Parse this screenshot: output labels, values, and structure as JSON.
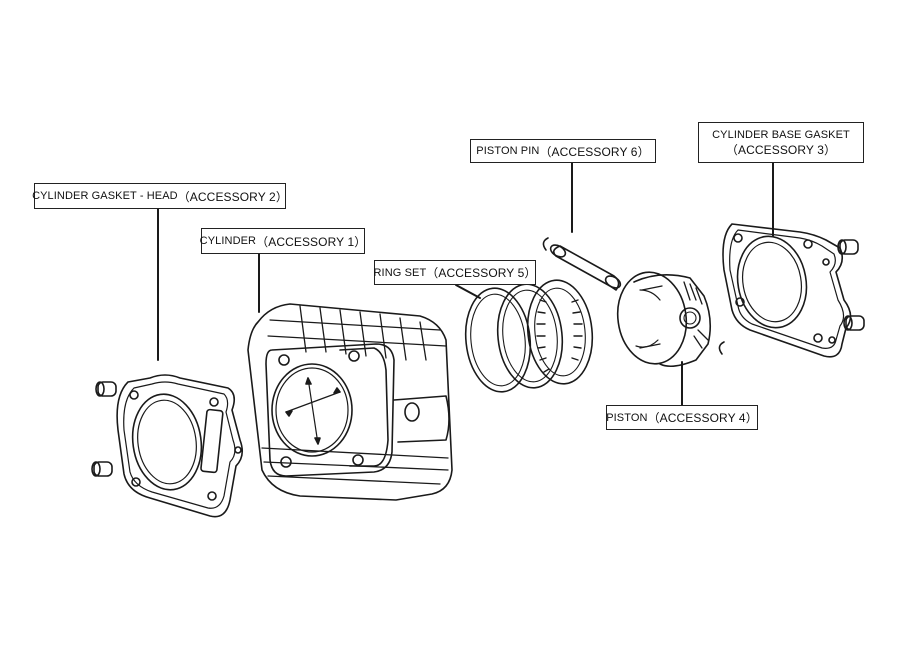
{
  "labels": {
    "gasket_head": {
      "name": "CYLINDER GASKET - HEAD",
      "accessory": "（ACCESSORY 2）"
    },
    "cylinder": {
      "name": "CYLINDER",
      "accessory": "（ACCESSORY 1）"
    },
    "ring_set": {
      "name": "RING SET",
      "accessory": "（ACCESSORY 5）"
    },
    "piston_pin": {
      "name": "PISTON PIN",
      "accessory": "（ACCESSORY 6）"
    },
    "base_gasket": {
      "name": "CYLINDER  BASE GASKET",
      "accessory": "（ACCESSORY 3）"
    },
    "piston": {
      "name": "PISTON",
      "accessory": "（ACCESSORY 4）"
    }
  },
  "colors": {
    "line": "#1a1a1a",
    "background": "#ffffff"
  }
}
